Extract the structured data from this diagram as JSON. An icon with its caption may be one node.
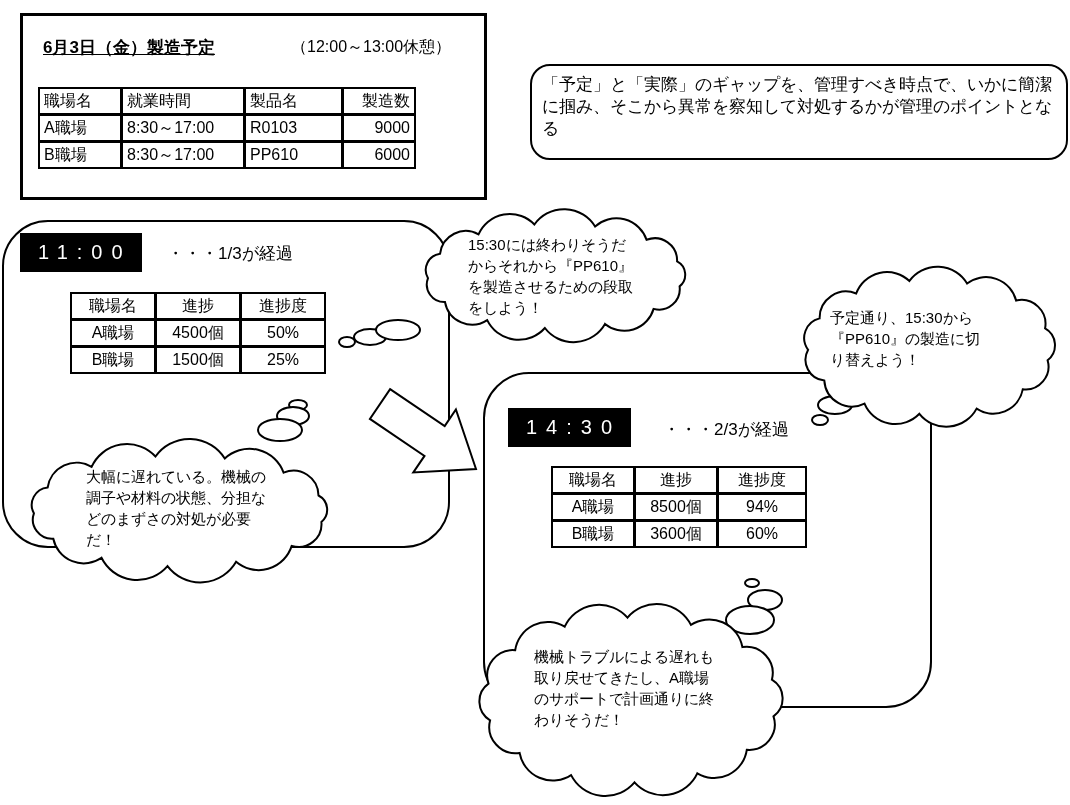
{
  "diagram": {
    "nodes": [
      {
        "text": [
          "6月3日（金）製造予定",
          "（12:00～13:00休憩）"
        ]
      },
      {
        "text": [
          "「予定」と「実際」のギャップを、管理すべき時点で、いかに簡潔に掴み、そこから異常を察知して対処するかが管理のポイントとなる"
        ]
      },
      {
        "text": [
          "11:00",
          "・・・1/3が経過"
        ]
      },
      {
        "text": [
          "15:30には終わりそうだからそれから『PP610』を製造させるための段取をしよう！"
        ]
      },
      {
        "text": [
          "大幅に遅れている。機械の調子や材料の状態、分担などのまずさの対処が必要だ！"
        ]
      },
      {
        "text": [
          "14:30",
          "・・・2/3が経過"
        ]
      },
      {
        "text": [
          "予定通り、15:30から『PP610』の製造に切り替えよう！"
        ]
      },
      {
        "text": [
          "機械トラブルによる遅れも取り戻せてきたし、A職場のサポートで計画通りに終わりそうだ！"
        ]
      }
    ],
    "edges": [
      {
        "from": 2,
        "to": 5,
        "arrow": "to"
      }
    ],
    "labels": [
      "職場名",
      "就業時間",
      "製品名",
      "製造数",
      "A職場",
      "8:30～17:00",
      "R0103",
      "9000",
      "B職場",
      "8:30～17:00",
      "PP610",
      "6000",
      "職場名",
      "進捗",
      "進捗度",
      "A職場",
      "4500個",
      "50%",
      "B職場",
      "1500個",
      "25%",
      "職場名",
      "進捗",
      "進捗度",
      "A職場",
      "8500個",
      "94%",
      "B職場",
      "3600個",
      "60%"
    ]
  }
}
